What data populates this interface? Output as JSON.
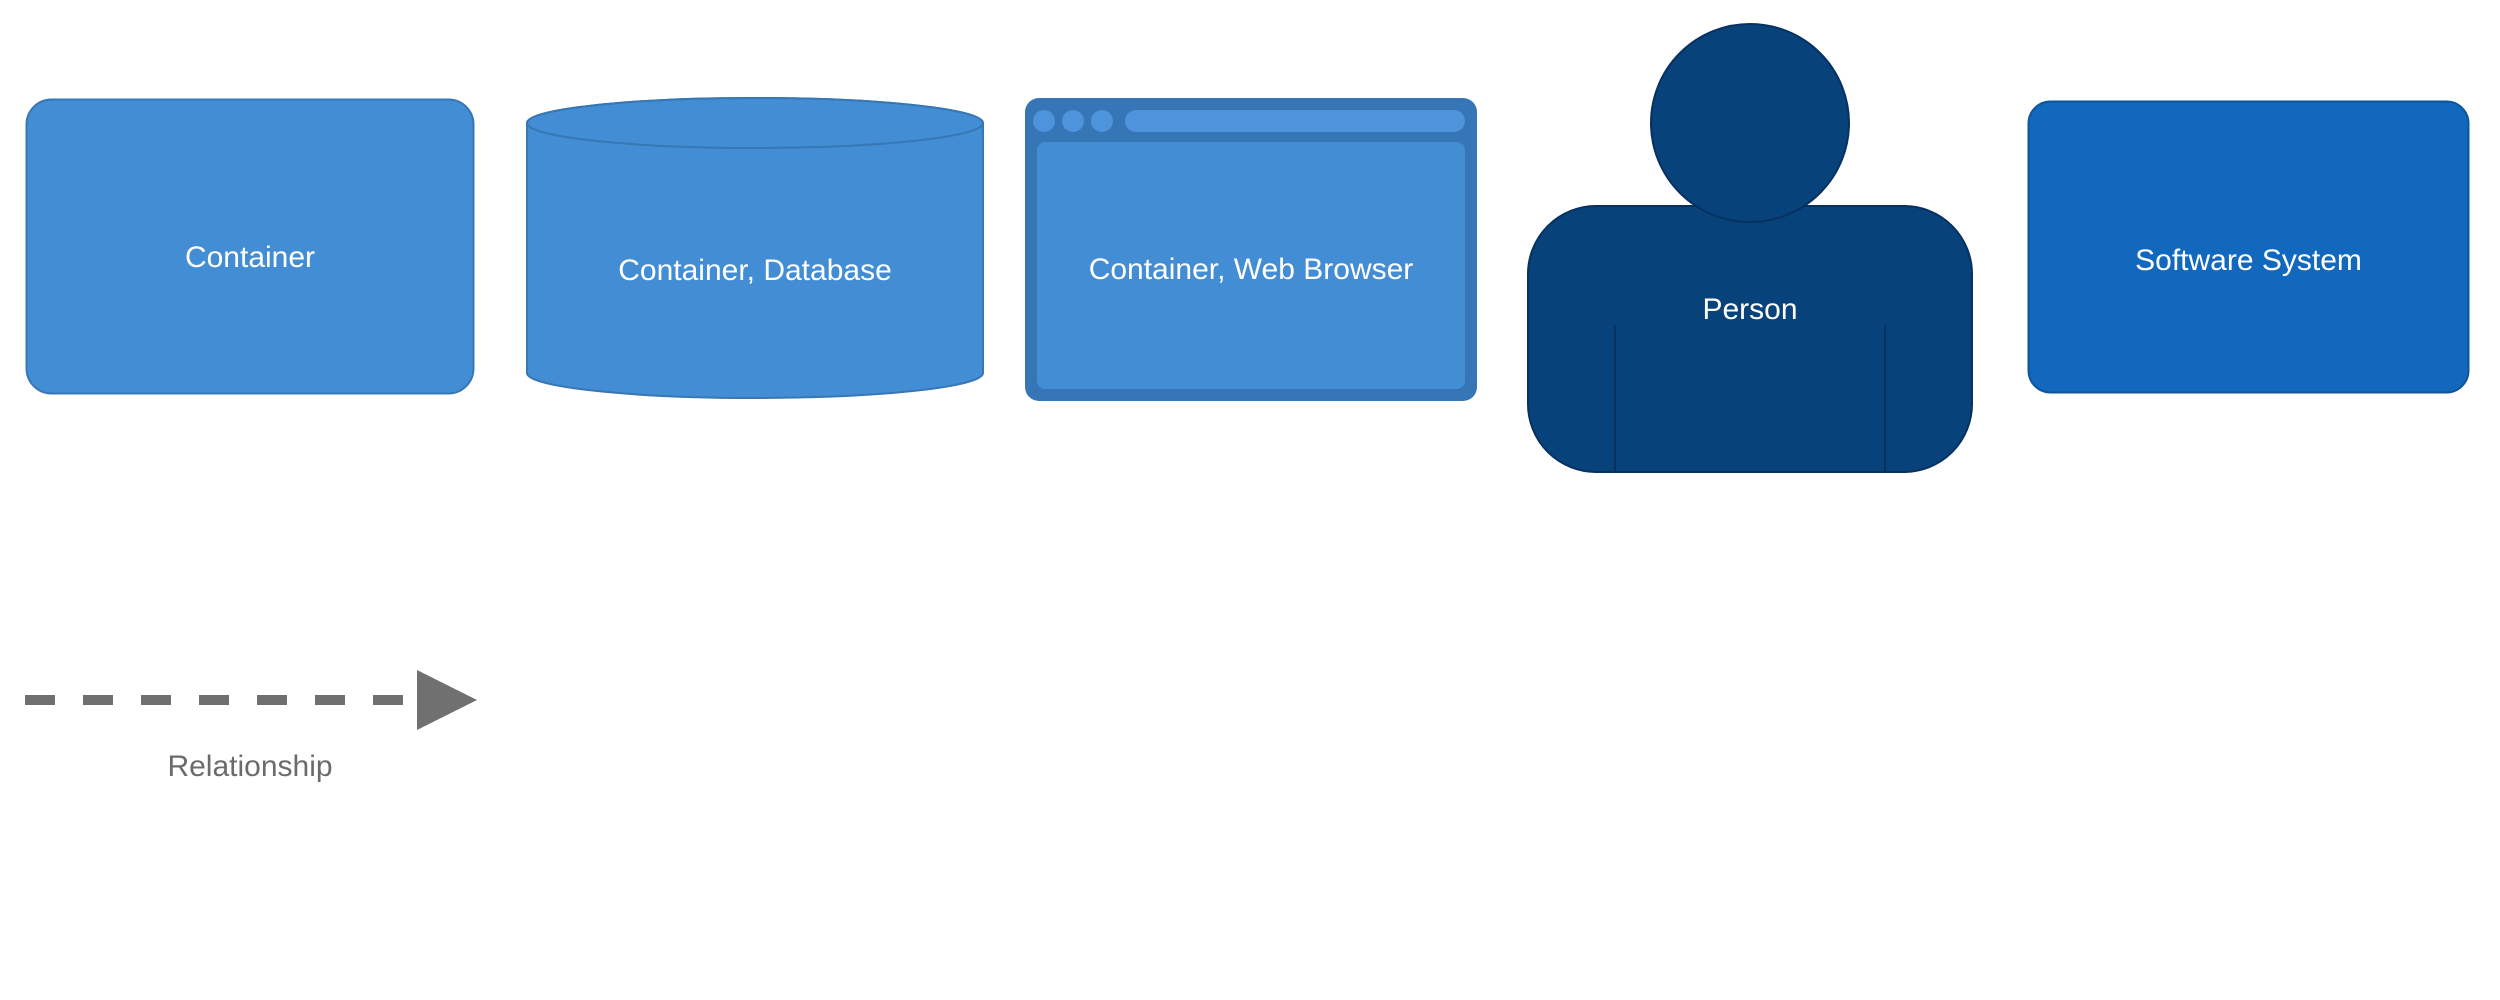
{
  "legend": {
    "items": [
      {
        "id": "container",
        "label": "Container",
        "shape": "rounded-box",
        "fill": "#438DD5",
        "stroke": "#3777B3",
        "text_color": "#FFFFFF"
      },
      {
        "id": "container-database",
        "label": "Container, Database",
        "shape": "cylinder",
        "fill": "#438DD5",
        "stroke": "#3777B3",
        "text_color": "#FFFFFF"
      },
      {
        "id": "container-web-browser",
        "label": "Container, Web Browser",
        "shape": "web-browser",
        "fill": "#438DD5",
        "frame": "#3676B6",
        "highlight": "#4E94DC",
        "text_color": "#FFFFFF"
      },
      {
        "id": "person",
        "label": "Person",
        "shape": "person",
        "fill": "#08427B",
        "stroke": "#063160",
        "text_color": "#FFFFFF"
      },
      {
        "id": "software-system",
        "label": "Software System",
        "shape": "rounded-box",
        "fill": "#1168BD",
        "stroke": "#0D559C",
        "text_color": "#FFFFFF"
      }
    ],
    "relationship": {
      "label": "Relationship",
      "style": "dashed-arrow",
      "line_color": "#707070",
      "text_color": "#6B6B6B"
    }
  }
}
